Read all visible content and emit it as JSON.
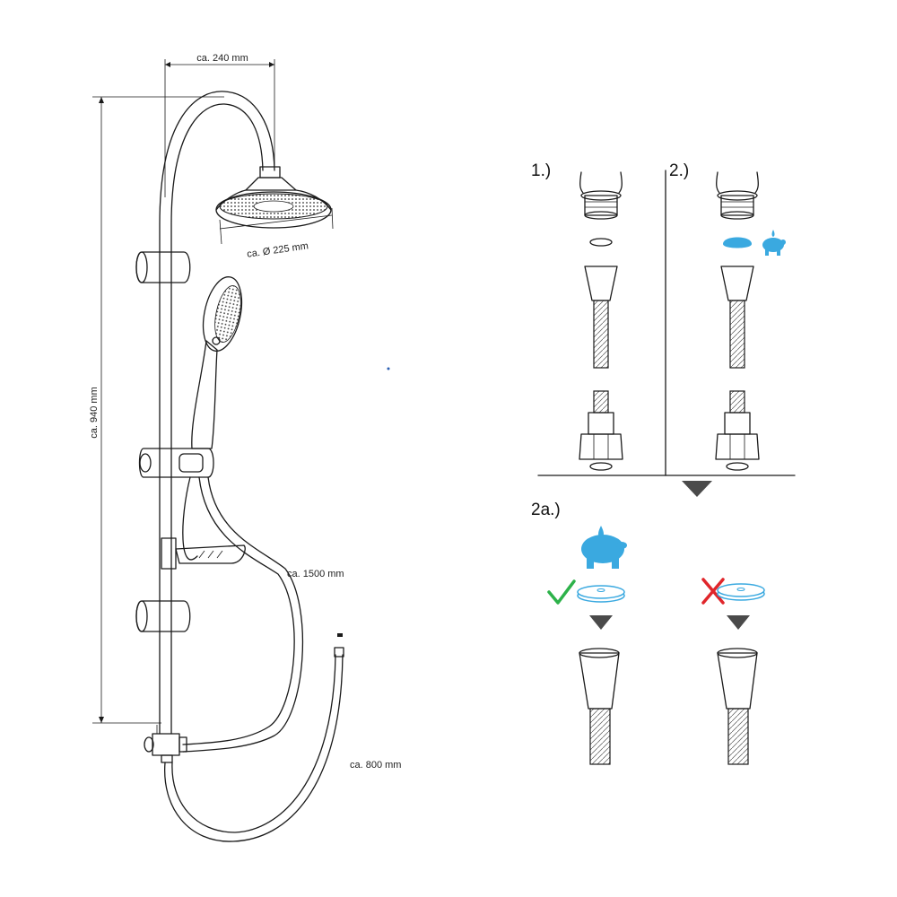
{
  "dimensions": {
    "width_label": "ca. 240 mm",
    "height_label": "ca. 940 mm",
    "head_diameter_label": "ca. Ø 225 mm",
    "hose_long_label": "ca. 1500 mm",
    "hose_short_label": "ca. 800 mm"
  },
  "steps": {
    "step1": "1.)",
    "step2": "2.)",
    "step2a": "2a.)"
  },
  "icon_names": {
    "wave_icon": "water-wave-icon",
    "piggy": "piggy-bank-water-saver-icon",
    "check": "check-mark-icon",
    "cross": "cross-mark-icon",
    "arrow": "down-triangle-arrow-icon"
  },
  "colors": {
    "line": "#1a1a1a",
    "accent_blue": "#3aa9e0",
    "check_green": "#2db24a",
    "cross_red": "#e0262b",
    "arrow_grey": "#4a4a4a"
  }
}
